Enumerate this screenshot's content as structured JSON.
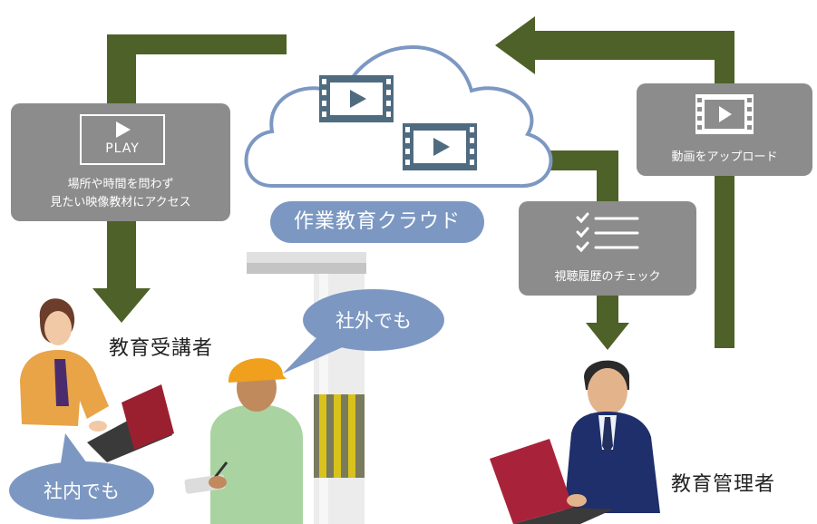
{
  "cloud": {
    "label": "作業教育クラウド"
  },
  "boxes": {
    "access": {
      "play_label": "PLAY",
      "line1": "場所や時間を問わず",
      "line2": "見たい映像教材にアクセス"
    },
    "upload": {
      "label": "動画をアップロード"
    },
    "history": {
      "label": "視聴履歴のチェック"
    }
  },
  "bubbles": {
    "inside": "社内でも",
    "outside": "社外でも"
  },
  "roles": {
    "learner": "教育受講者",
    "admin": "教育管理者"
  },
  "icons": [
    "film-icon",
    "play-icon",
    "checklist-icon",
    "person-icon",
    "laptop-icon",
    "helmet-icon",
    "pillar-icon"
  ],
  "colors": {
    "arrow": "#4e6128",
    "box": "#8c8c8c",
    "cloud_outline": "#7c98c2",
    "film": "#4f6b80",
    "bubble": "#7c98c2"
  }
}
